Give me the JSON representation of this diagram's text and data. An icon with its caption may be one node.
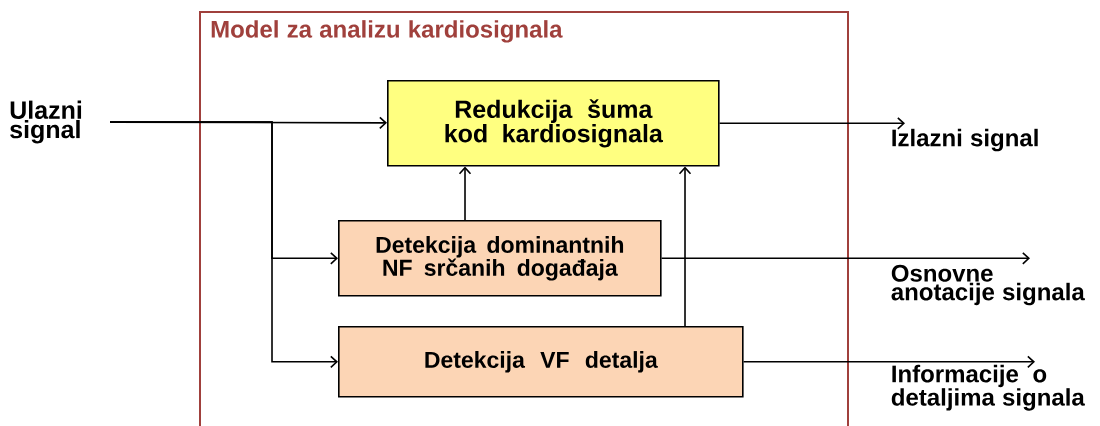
{
  "diagram": {
    "nodes": [
      {
        "text": [
          "Model za analizu kardiosignala"
        ]
      },
      {
        "text": [
          "Ulazni signal"
        ]
      },
      {
        "text": [
          "Redukcija šuma kod kardiosignala"
        ],
        "in": 0
      },
      {
        "text": [
          "Detekcija dominantnih NF srčanih događaja"
        ],
        "in": 0
      },
      {
        "text": [
          "Detekcija VF detalja"
        ],
        "in": 0
      },
      {
        "text": [
          "Izlazni signal"
        ]
      },
      {
        "text": [
          "Osnovne anotacije signala"
        ]
      },
      {
        "text": [
          "Informacije o detaljima signala"
        ]
      }
    ],
    "edges": [
      {
        "from": 1,
        "to": 2,
        "arrow": "to"
      },
      {
        "from": 1,
        "to": 3,
        "arrow": "to"
      },
      {
        "from": 1,
        "to": 4,
        "arrow": "to"
      },
      {
        "from": 3,
        "to": 2,
        "arrow": "to"
      },
      {
        "from": 4,
        "to": 2,
        "arrow": "to"
      },
      {
        "from": 2,
        "to": 5,
        "arrow": "to"
      },
      {
        "from": 3,
        "to": 6,
        "arrow": "to"
      },
      {
        "from": 4,
        "to": 7,
        "arrow": "to"
      }
    ]
  }
}
